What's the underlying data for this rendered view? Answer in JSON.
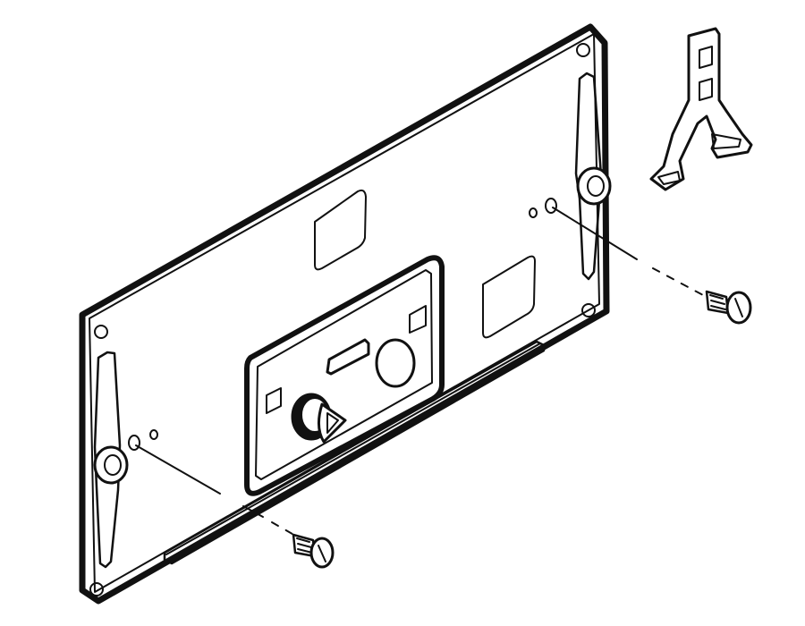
{
  "figure": {
    "type": "exploded-parts-drawing",
    "background_color": "#ffffff",
    "line_color": "#111111",
    "parts": [
      {
        "name": "mounting-plate"
      },
      {
        "name": "actuator-panel"
      },
      {
        "name": "round-button"
      },
      {
        "name": "rotary-knob"
      },
      {
        "name": "mounting-screw-upper"
      },
      {
        "name": "mounting-screw-lower"
      },
      {
        "name": "support-bracket"
      },
      {
        "name": "slide-bar"
      }
    ]
  }
}
